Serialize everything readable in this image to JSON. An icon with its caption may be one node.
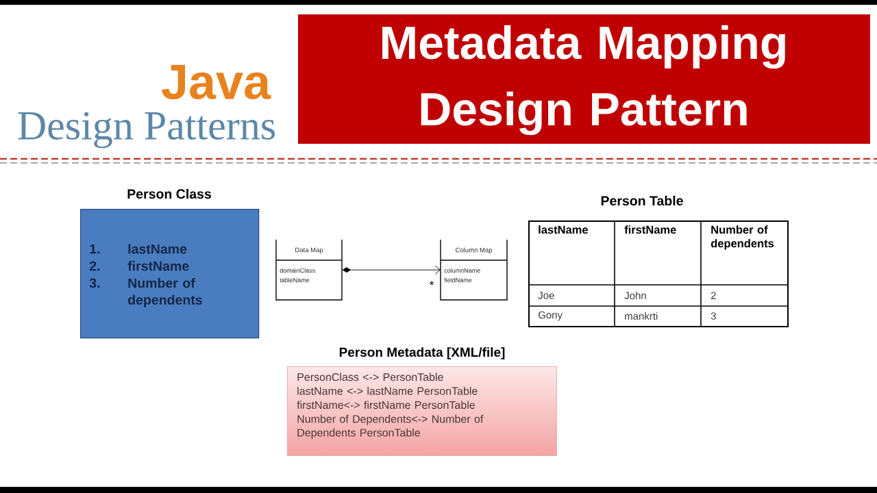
{
  "diagram": {
    "title": "Metadata Mapping Design Pattern",
    "nodes": [
      {
        "text": [
          "Person Class",
          "1.",
          "lastName",
          "2.",
          "firstName",
          "3.",
          "Number of dependents"
        ]
      },
      {
        "text": [
          "Data Map",
          "domainClass",
          "tableName"
        ]
      },
      {
        "text": [
          "Column Map",
          "columnName",
          "fieldName"
        ]
      },
      {
        "text": [
          "Person Table",
          "lastName",
          "firstName",
          "Number of dependents",
          "Joe",
          "John",
          "2",
          "Gony",
          "mankrti",
          "3"
        ]
      },
      {
        "text": [
          "Person Metadata [XML/file]",
          "PersonClass <-> PersonTable",
          "lastName <-> lastName PersonTable",
          "firstName<-> firstName PersonTable",
          "Number of Dependents<-> Number of Dependents PersonTable"
        ]
      }
    ],
    "edges": [
      {
        "from": 1,
        "to": 2,
        "arrow": "to",
        "label": "*"
      }
    ],
    "labels": [
      "Java",
      "Design Patterns"
    ]
  }
}
